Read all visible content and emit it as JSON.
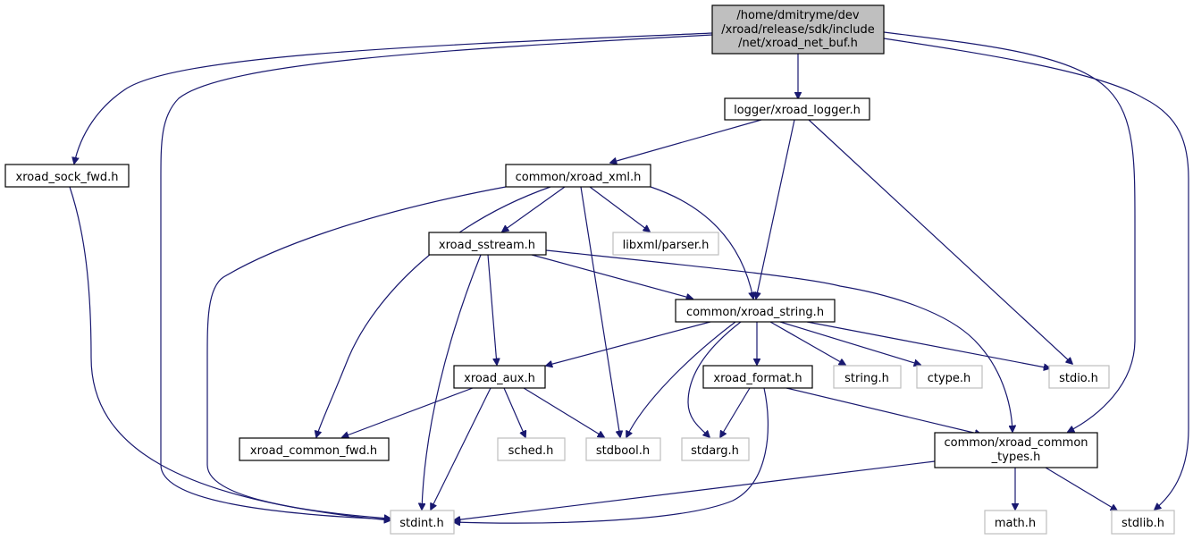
{
  "graph": {
    "nodes": {
      "root": [
        "/home/dmitryme/dev",
        "/xroad/release/sdk/include",
        "/net/xroad_net_buf.h"
      ],
      "logger": [
        "logger/xroad_logger.h"
      ],
      "sock_fwd": [
        "xroad_sock_fwd.h"
      ],
      "xml": [
        "common/xroad_xml.h"
      ],
      "sstream": [
        "xroad_sstream.h"
      ],
      "libxml": [
        "libxml/parser.h"
      ],
      "string": [
        "common/xroad_string.h"
      ],
      "aux": [
        "xroad_aux.h"
      ],
      "format": [
        "xroad_format.h"
      ],
      "string_h": [
        "string.h"
      ],
      "ctype": [
        "ctype.h"
      ],
      "stdio": [
        "stdio.h"
      ],
      "common_fwd": [
        "xroad_common_fwd.h"
      ],
      "sched": [
        "sched.h"
      ],
      "stdbool": [
        "stdbool.h"
      ],
      "stdarg": [
        "stdarg.h"
      ],
      "common_types": [
        "common/xroad_common",
        "_types.h"
      ],
      "stdint": [
        "stdint.h"
      ],
      "math": [
        "math.h"
      ],
      "stdlib": [
        "stdlib.h"
      ]
    }
  }
}
